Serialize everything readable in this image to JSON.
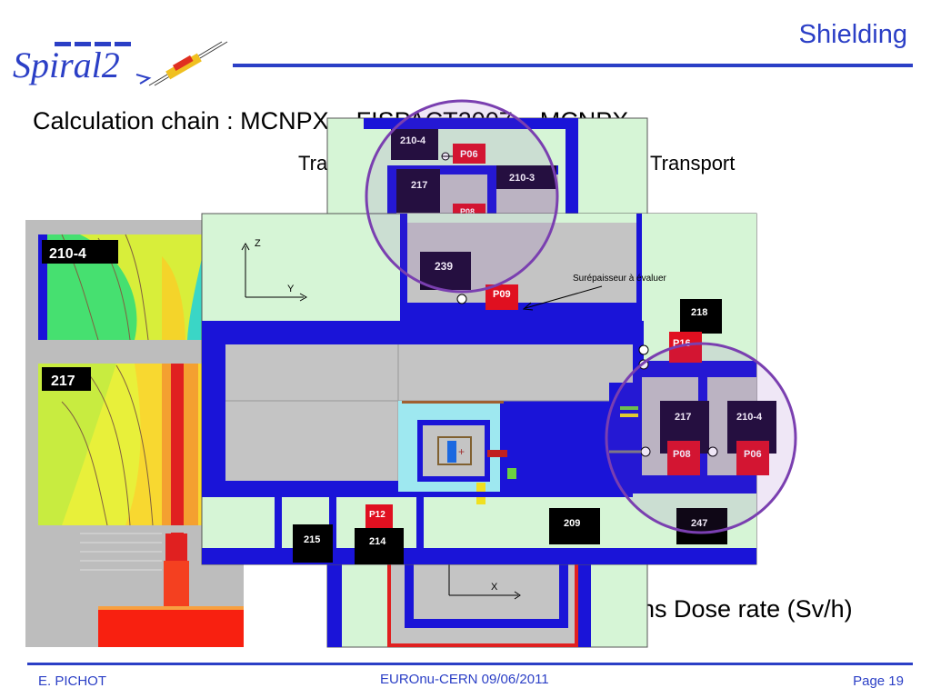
{
  "slide": {
    "title": "Shielding",
    "logo_text": "Spiral2",
    "subtitle_line1": "Calculation chain : MCNPX – FISPACT2007 – MCNPX",
    "subtitle_line2_left": "Tra",
    "subtitle_line2_right": "-   Transport",
    "dose_caption": "ons Dose rate (Sv/h)"
  },
  "footer": {
    "author": "E. PICHOT",
    "event": "EUROnu-CERN 09/06/2011",
    "page": "Page 19"
  },
  "dose_map": {
    "room_a": "210-4",
    "room_b": "217"
  },
  "plan_top": {
    "room_1": "210-4",
    "room_2": "217",
    "room_3": "210-3",
    "port_1": "P06",
    "port_2": "P08"
  },
  "plan_main": {
    "axis_z": "Z",
    "axis_y": "Y",
    "axis_x": "X",
    "room_239": "239",
    "port_p09": "P09",
    "annotation": "Surépaisseur à évaluer",
    "room_218": "218",
    "port_p16": "P16",
    "room_217": "217",
    "room_2104": "210-4",
    "port_p08": "P08",
    "port_p06": "P06",
    "port_p12": "P12",
    "room_215": "215",
    "room_214": "214",
    "room_209": "209",
    "room_247": "247"
  },
  "colors": {
    "accent_blue": "#2b3fc6",
    "wall_blue": "#1a14d8",
    "floor_green": "#d6f5d6",
    "concrete_gray": "#c4c4c4",
    "port_red": "#e01020",
    "highlight_circle": "#7a3fb0"
  }
}
